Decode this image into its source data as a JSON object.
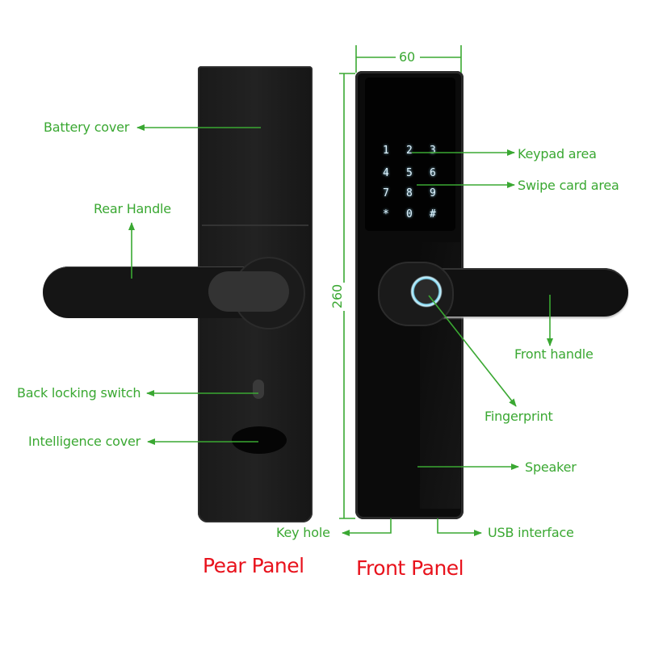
{
  "colors": {
    "label_green": "#3aa832",
    "title_red": "#e8121c",
    "panel_black": "#111111",
    "fingerprint_ring": "#7fd6f0"
  },
  "dimensions": {
    "width_label": "60",
    "height_label": "260"
  },
  "rear_panel": {
    "title": "Pear Panel",
    "labels": {
      "battery_cover": "Battery cover",
      "rear_handle": "Rear Handle",
      "back_locking_switch": "Back locking switch",
      "intelligence_cover": "Intelligence cover"
    }
  },
  "front_panel": {
    "title": "Front Panel",
    "labels": {
      "keypad_area": "Keypad area",
      "swipe_card_area": "Swipe card area",
      "front_handle": "Front handle",
      "fingerprint": "Fingerprint",
      "speaker": "Speaker",
      "key_hole": "Key hole",
      "usb_interface": "USB interface"
    },
    "keypad": {
      "keys": [
        "1",
        "2",
        "3",
        "4",
        "5",
        "6",
        "7",
        "8",
        "9",
        "*",
        "0",
        "#"
      ]
    }
  }
}
